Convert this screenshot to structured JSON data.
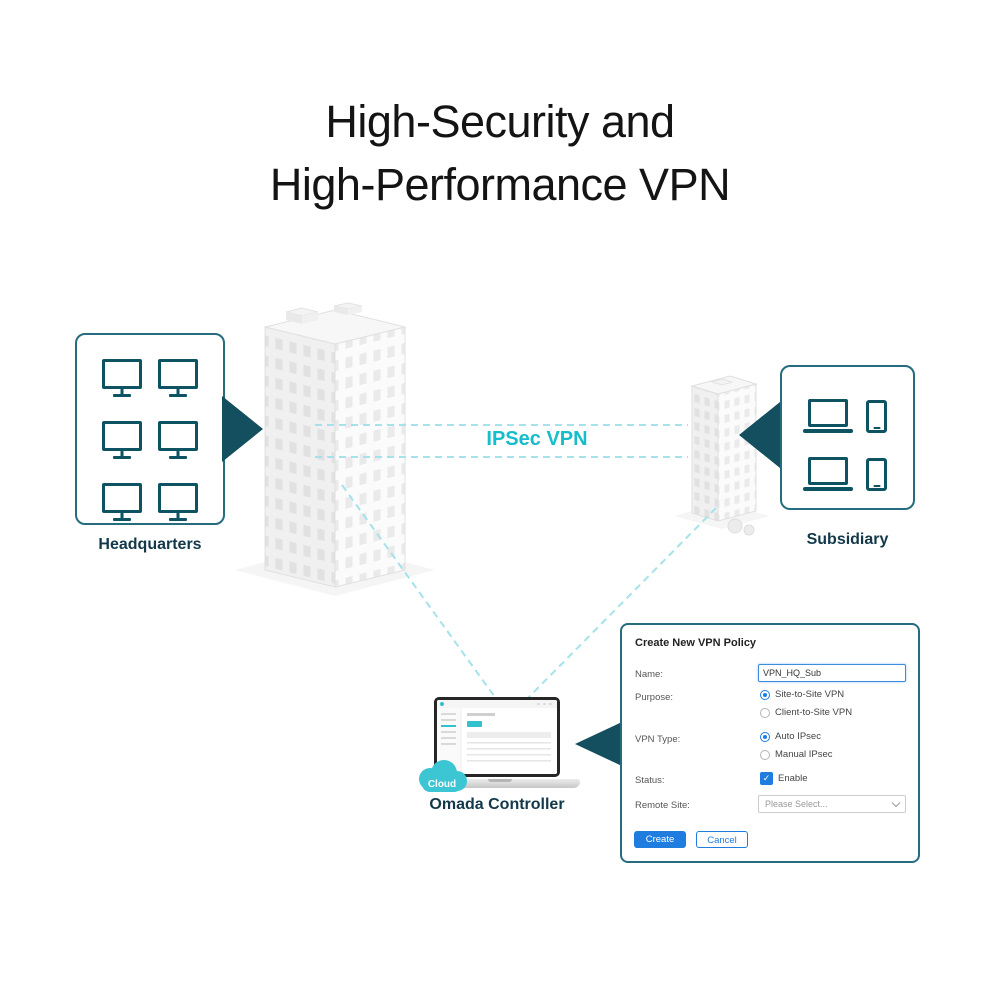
{
  "title": {
    "line1": "High-Security and",
    "line2": "High-Performance VPN"
  },
  "connection": {
    "label": "IPSec VPN"
  },
  "headquarters": {
    "label": "Headquarters"
  },
  "subsidiary": {
    "label": "Subsidiary"
  },
  "controller": {
    "label": "Omada Controller",
    "cloud_label": "Cloud"
  },
  "vpn_form": {
    "title": "Create New VPN Policy",
    "fields": [
      {
        "label": "Name:",
        "type": "text",
        "value": "VPN_HQ_Sub"
      },
      {
        "label": "Purpose:",
        "type": "radio-group",
        "options": [
          {
            "label": "Site-to-Site VPN",
            "selected": true
          },
          {
            "label": "Client-to-Site VPN",
            "selected": false
          }
        ]
      },
      {
        "label": "VPN Type:",
        "type": "radio-group",
        "options": [
          {
            "label": "Auto IPsec",
            "selected": true
          },
          {
            "label": "Manual IPsec",
            "selected": false
          }
        ]
      },
      {
        "label": "Status:",
        "type": "checkbox",
        "options": [
          {
            "label": "Enable",
            "checked": true
          }
        ]
      },
      {
        "label": "Remote Site:",
        "type": "select",
        "value": "Please Select..."
      }
    ],
    "buttons": {
      "create": "Create",
      "cancel": "Cancel"
    }
  },
  "colors": {
    "accent_teal": "#16bdca",
    "dark_teal": "#134f5e",
    "box_border_teal": "#256d7e",
    "dashed_line_teal": "#a5e2ea",
    "action_blue": "#1f7de0",
    "cloud_teal": "#3cc5d2",
    "icon_teal": "#0d5362"
  }
}
